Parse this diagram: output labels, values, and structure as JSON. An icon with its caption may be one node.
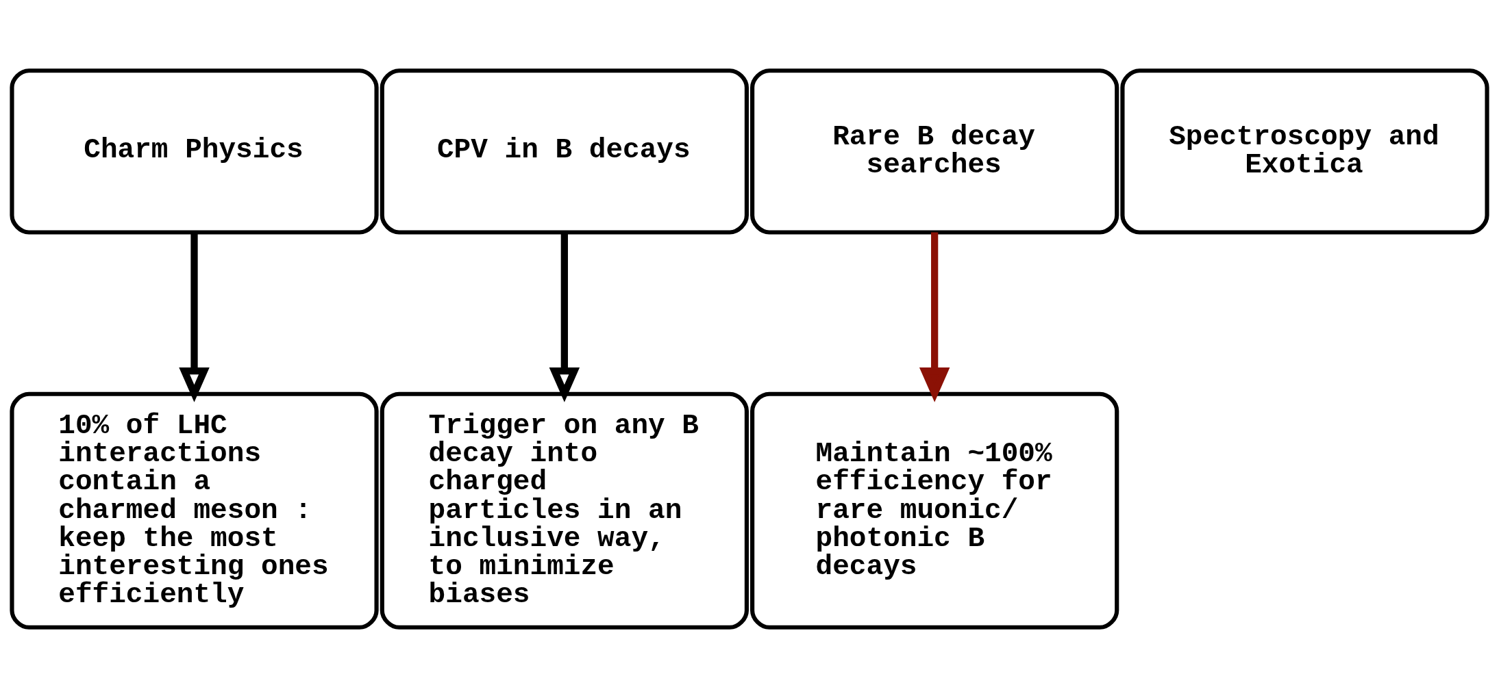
{
  "diagram": {
    "nodes": [
      {
        "text": [
          "Charm Physics"
        ]
      },
      {
        "text": [
          "CPV in B decays"
        ]
      },
      {
        "text": [
          "Rare B decay searches"
        ]
      },
      {
        "text": [
          "Spectroscopy and Exotica"
        ]
      },
      {
        "text": [
          "10% of LHC interactions contain a charmed meson : keep the most interesting ones efficiently"
        ]
      },
      {
        "text": [
          "Trigger on any B decay into charged particles in an inclusive way, to minimize biases"
        ]
      },
      {
        "text": [
          "Maintain ~100% efficiency for rare muonic/ photonic B decays"
        ]
      }
    ],
    "edges": [
      {
        "from": 0,
        "to": 4,
        "arrow": "to"
      },
      {
        "from": 1,
        "to": 5,
        "arrow": "to"
      },
      {
        "from": 2,
        "to": 6,
        "arrow": "to",
        "color": "#8b1105"
      }
    ]
  }
}
